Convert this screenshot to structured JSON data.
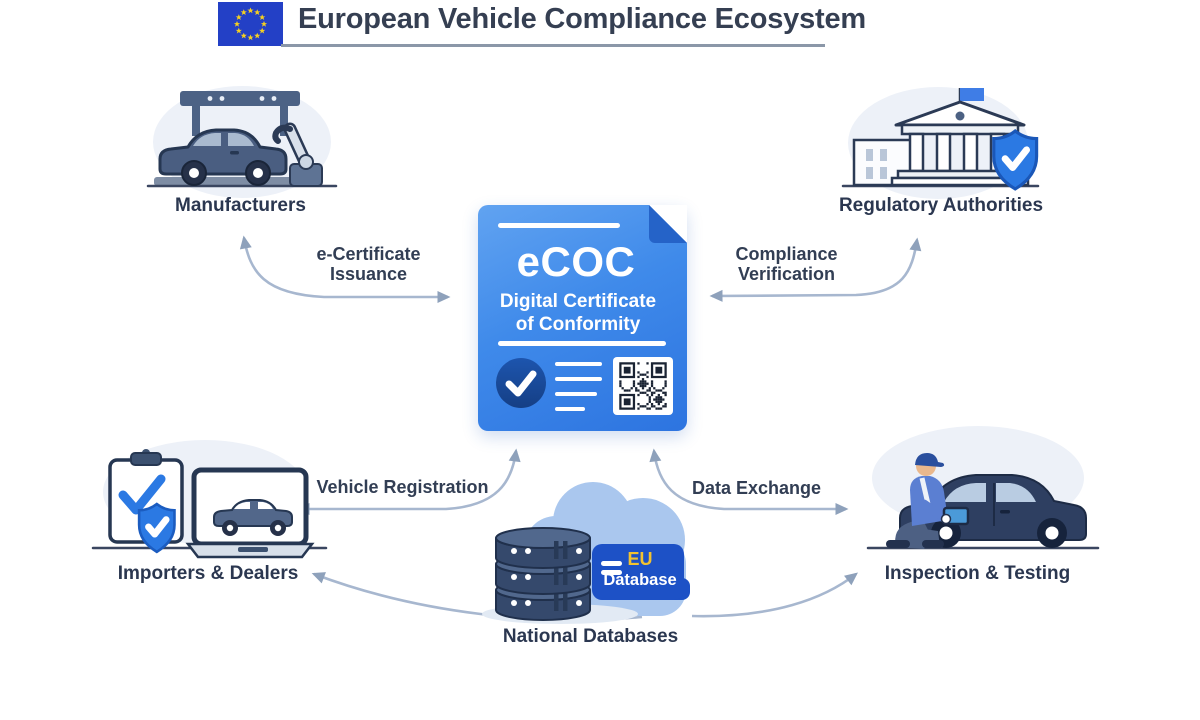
{
  "header": {
    "title": "European Vehicle Compliance Ecosystem"
  },
  "nodes": {
    "manufacturers": {
      "label": "Manufacturers"
    },
    "regulatory_authorities": {
      "label": "Regulatory Authorities"
    },
    "importers_dealers": {
      "label": "Importers & Dealers"
    },
    "national_databases": {
      "label": "National Databases",
      "badge": {
        "line1": "EU",
        "line2": "Database"
      }
    },
    "inspection_testing": {
      "label": "Inspection & Testing"
    },
    "ecoc": {
      "title": "eCOC",
      "subtitle_line1": "Digital Certificate",
      "subtitle_line2": "of Conformity"
    }
  },
  "flows": {
    "e_certificate_issuance": {
      "line1": "e-Certificate",
      "line2": "Issuance"
    },
    "compliance_verification": {
      "line1": "Compliance",
      "line2": "Verification"
    },
    "vehicle_registration": {
      "label": "Vehicle Registration"
    },
    "data_exchange": {
      "label": "Data Exchange"
    }
  },
  "colors": {
    "card_blue": "#2d74e0",
    "deep_blue": "#1d51c6",
    "fold_blue": "#2563c8",
    "navy_illustration": "#2e3f61",
    "arrow_gray_blue": "#a7b7cf",
    "eu_flag_blue": "#2340c6",
    "star_yellow": "#f5d020",
    "badge_yellow": "#f2c230",
    "soft_circle": "#edf1f8"
  },
  "icons": {
    "eu_flag": "eu-flag-icon",
    "factory_arm": "robot-arm-icon",
    "government": "government-building-icon",
    "shield": "shield-check-icon",
    "certificate_check": "check-circle-icon",
    "qr": "qr-code-icon",
    "database": "database-stack-icon",
    "cloud": "cloud-icon",
    "clipboard": "clipboard-check-icon",
    "laptop": "laptop-car-icon",
    "mechanic": "mechanic-icon"
  }
}
